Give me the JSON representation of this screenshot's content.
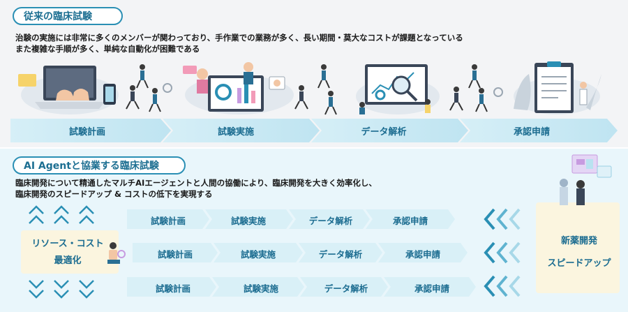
{
  "top": {
    "title": "従来の臨床試験",
    "desc_line1": "治験の実施には非常に多くのメンバーが関わっており、手作業での業務が多く、長い期間・莫大なコストが課題となっている",
    "desc_line2": "また複雑な手順が多く、単純な自動化が困難である",
    "phases": [
      "試験計画",
      "試験実施",
      "データ解析",
      "承認申請"
    ]
  },
  "bottom": {
    "title": "AI Agentと協業する臨床試験",
    "desc_line1": "臨床開発について精通したマルチAIエージェントと人間の協働により、臨床開発を大きく効率化し、",
    "desc_line2": "臨床開発のスピードアップ & コストの低下を実現する",
    "rows": [
      [
        "試験計画",
        "試験実施",
        "データ解析",
        "承認申請"
      ],
      [
        "試験計画",
        "試験実施",
        "データ解析",
        "承認申請"
      ],
      [
        "試験計画",
        "試験実施",
        "データ解析",
        "承認申請"
      ]
    ],
    "left_label_1": "リソース・コスト",
    "left_label_2": "最適化",
    "right_label_1": "新薬開発",
    "right_label_2": "スピードアップ"
  },
  "colors": {
    "accent": "#2a8fb4",
    "phase_text": "#1b6c90",
    "arrow_fill": "#d9f0f7"
  }
}
